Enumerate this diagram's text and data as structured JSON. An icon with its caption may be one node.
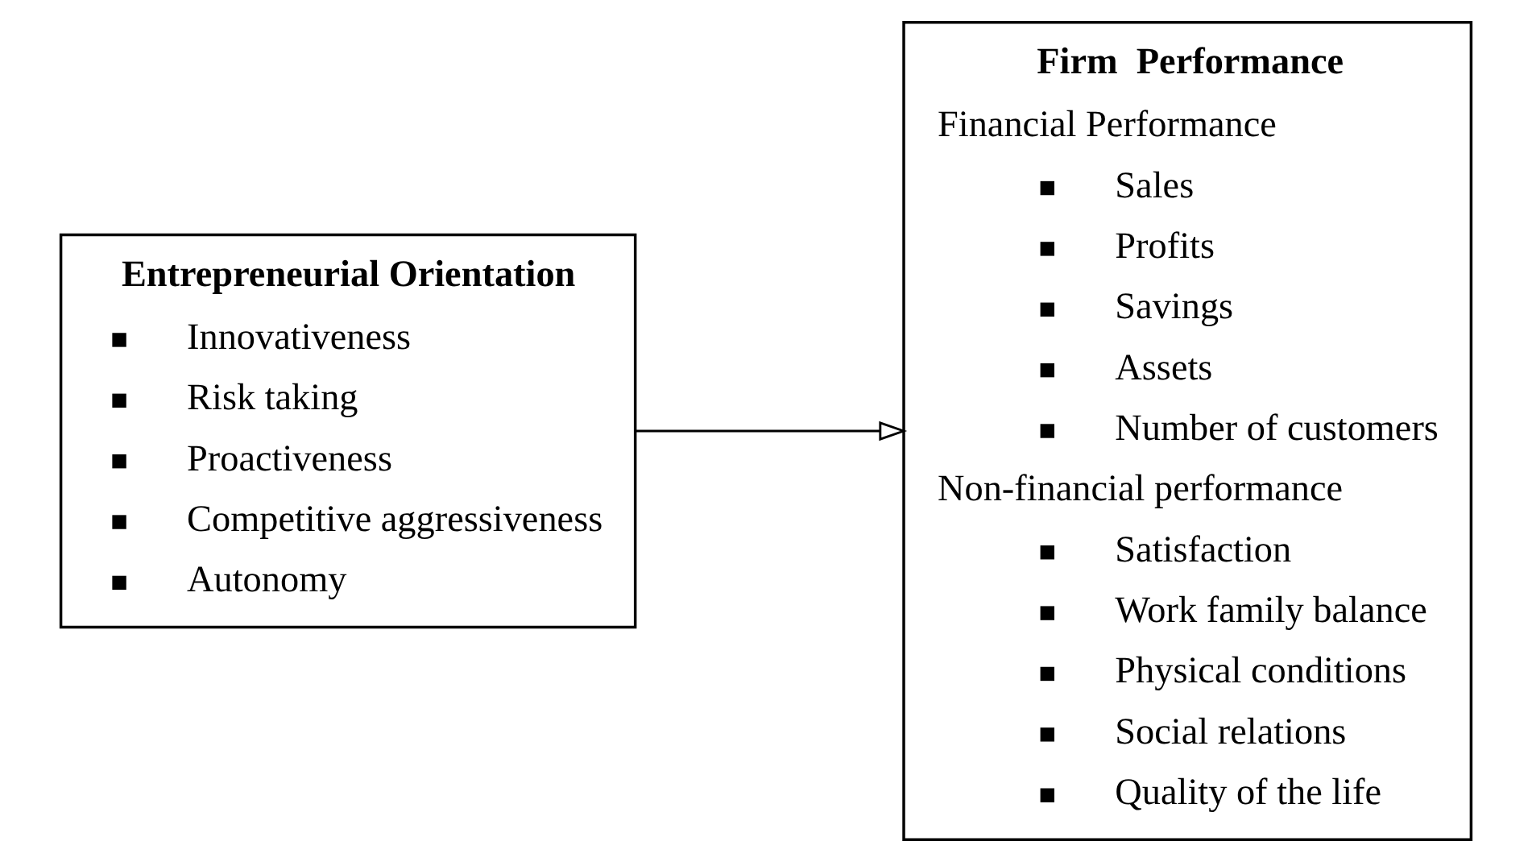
{
  "diagram": {
    "nodes": [
      {
        "text": [
          "Entrepreneurial Orientation",
          "Innovativeness",
          "Risk taking",
          "Proactiveness",
          "Competitive aggressiveness",
          "Autonomy"
        ]
      },
      {
        "text": [
          "Firm  Performance",
          "Financial Performance",
          "Sales",
          "Profits",
          "Savings",
          "Assets",
          "Number of customers",
          "Non-financial performance",
          "Satisfaction",
          "Work family balance",
          "Physical conditions",
          "Social relations",
          "Quality of the life"
        ]
      }
    ],
    "edges": [
      {
        "from": 0,
        "to": 1,
        "arrow": "to"
      }
    ]
  }
}
